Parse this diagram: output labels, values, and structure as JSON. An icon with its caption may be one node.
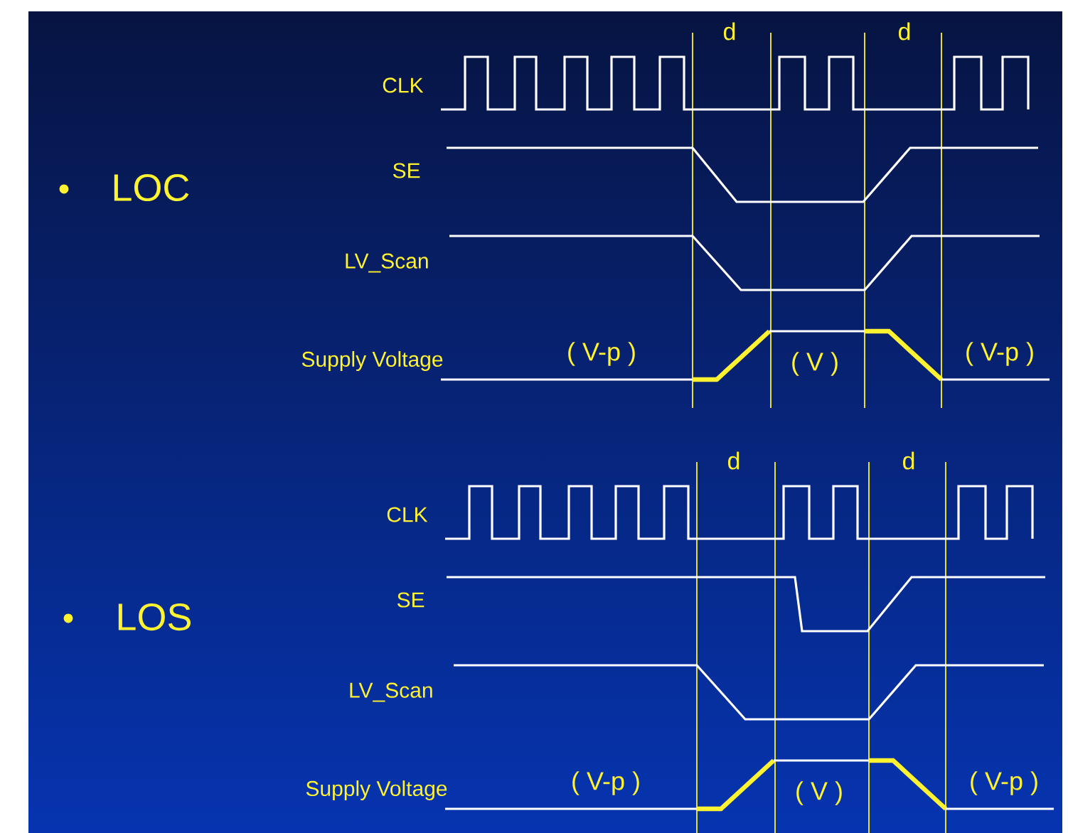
{
  "diagram": {
    "labels": [
      "d",
      "d",
      "CLK",
      "SE",
      "LOC",
      "LV_Scan",
      "Supply Voltage",
      "( V-p )",
      "( V )",
      "( V-p )",
      "d",
      "d",
      "CLK",
      "SE",
      "LOS",
      "LV_Scan",
      "Supply Voltage",
      "( V-p )",
      "( V )",
      "( V-p )"
    ]
  }
}
